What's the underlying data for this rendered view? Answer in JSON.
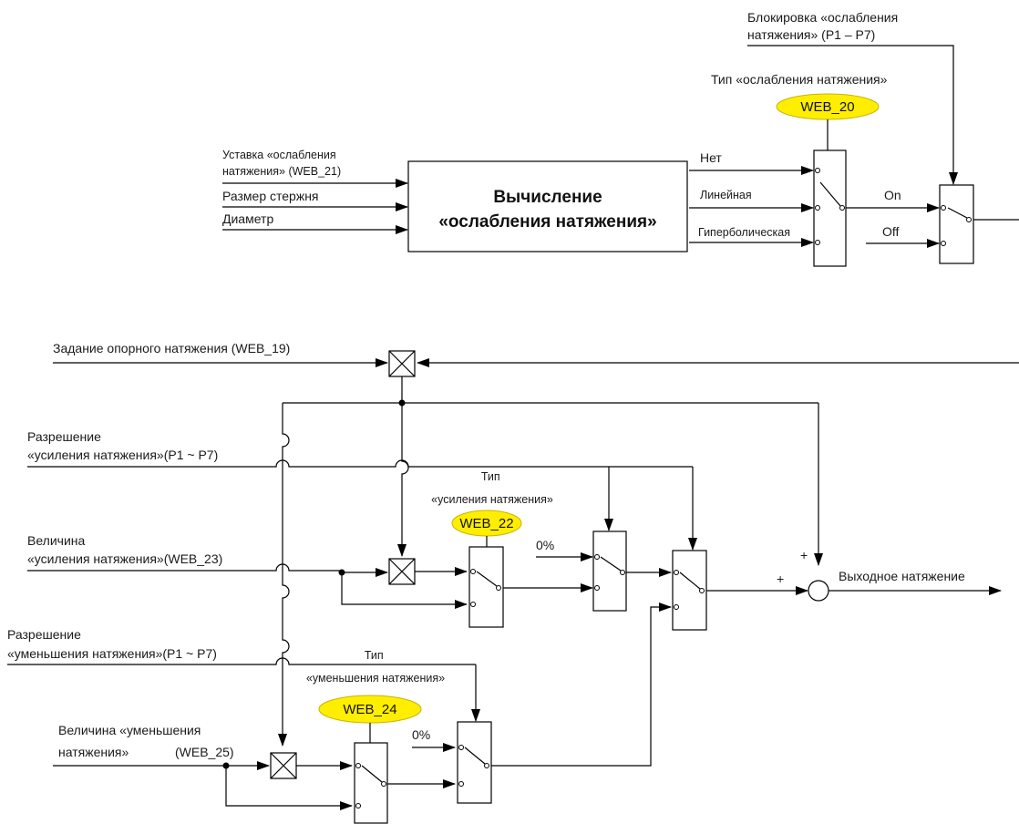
{
  "colors": {
    "highlight": "#ffee00",
    "highlight_stroke": "#c8b400",
    "line": "#000000"
  },
  "top": {
    "lock_label": [
      "Блокировка «ослабления",
      "натяжения» (P1 – P7)"
    ],
    "type_label": "Тип «ослабления натяжения»",
    "type_param": "WEB_20",
    "inputs": {
      "setpoint": [
        "Уставка «ослабления",
        "натяжения» (WEB_21)"
      ],
      "core_size": "Размер стержня",
      "diameter": "Диаметр"
    },
    "calc_block": [
      "Вычисление",
      "«ослабления натяжения»"
    ],
    "options": {
      "none": "Нет",
      "linear": "Линейная",
      "hyperbolic": "Гиперболическая"
    },
    "on": "On",
    "off": "Off"
  },
  "bottom": {
    "reference": "Задание опорного натяжения  (WEB_19)",
    "boost_enable": [
      "Разрешение",
      "«усиления натяжения»(P1 ~ P7)"
    ],
    "boost_amount": [
      "Величина",
      "«усиления натяжения»(WEB_23)"
    ],
    "boost_type": [
      "Тип",
      "«усиления натяжения»"
    ],
    "boost_param": "WEB_22",
    "zero_1": "0%",
    "reduce_enable": [
      "Разрешение",
      "«уменьшения натяжения»(P1 ~ P7)"
    ],
    "reduce_type": [
      "Тип",
      "«уменьшения натяжения»"
    ],
    "reduce_param": "WEB_24",
    "zero_2": "0%",
    "reduce_amount": [
      "Величина «уменьшения",
      "натяжения»",
      "(WEB_25)"
    ],
    "plus_top": "+",
    "plus_left": "+",
    "output": "Выходное натяжение"
  }
}
